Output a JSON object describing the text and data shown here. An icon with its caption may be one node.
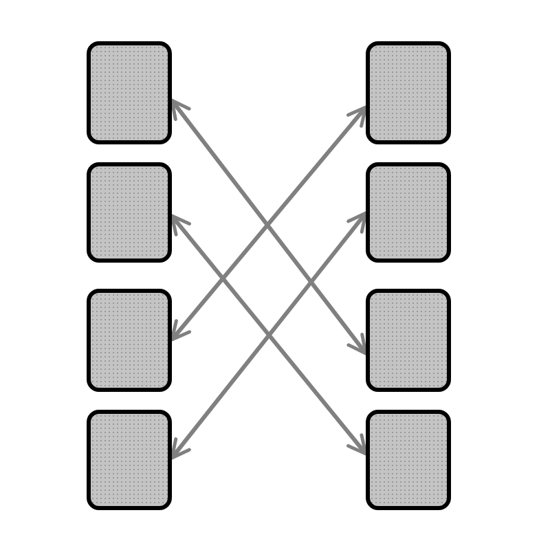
{
  "diagram": {
    "nodes": [
      {
        "text": [],
        "shape": "box"
      },
      {
        "text": [],
        "shape": "box"
      },
      {
        "text": [],
        "shape": "box"
      },
      {
        "text": [],
        "shape": "box"
      },
      {
        "text": [],
        "shape": "box"
      },
      {
        "text": [],
        "shape": "box"
      },
      {
        "text": [],
        "shape": "box"
      },
      {
        "text": [],
        "shape": "box"
      }
    ],
    "edges": [
      {
        "from": 0,
        "to": 6,
        "arrow": "both"
      },
      {
        "from": 1,
        "to": 7,
        "arrow": "both"
      },
      {
        "from": 2,
        "to": 4,
        "arrow": "both"
      },
      {
        "from": 3,
        "to": 5,
        "arrow": "both"
      }
    ]
  }
}
